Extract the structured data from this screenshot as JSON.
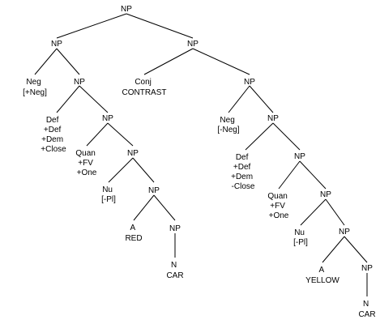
{
  "nodes": {
    "np_root": "NP",
    "np_l1": "NP",
    "np_r1": "NP",
    "neg_left": [
      "Neg",
      "[+Neg]"
    ],
    "np_l2": "NP",
    "conj": [
      "Conj",
      "CONTRAST"
    ],
    "np_r2": "NP",
    "def_left": [
      "Def",
      "+Def",
      "+Dem",
      "+Close"
    ],
    "np_l3": "NP",
    "neg_right": [
      "Neg",
      "[-Neg]"
    ],
    "np_r3": "NP",
    "quan_left": [
      "Quan",
      "+FV",
      "+One"
    ],
    "np_l4": "NP",
    "def_right": [
      "Def",
      "+Def",
      "+Dem",
      "-Close"
    ],
    "np_r4": "NP",
    "nu_left": [
      "Nu",
      "[-Pl]"
    ],
    "np_l5": "NP",
    "quan_right": [
      "Quan",
      "+FV",
      "+One"
    ],
    "np_r5": "NP",
    "a_left": [
      "A",
      "RED"
    ],
    "np_l6": "NP",
    "nu_right": [
      "Nu",
      "[-Pl]"
    ],
    "np_r6": "NP",
    "n_left": [
      "N",
      "CAR"
    ],
    "a_right": [
      "A",
      "YELLOW"
    ],
    "np_r7": "NP",
    "n_right": [
      "N",
      "CAR"
    ]
  }
}
